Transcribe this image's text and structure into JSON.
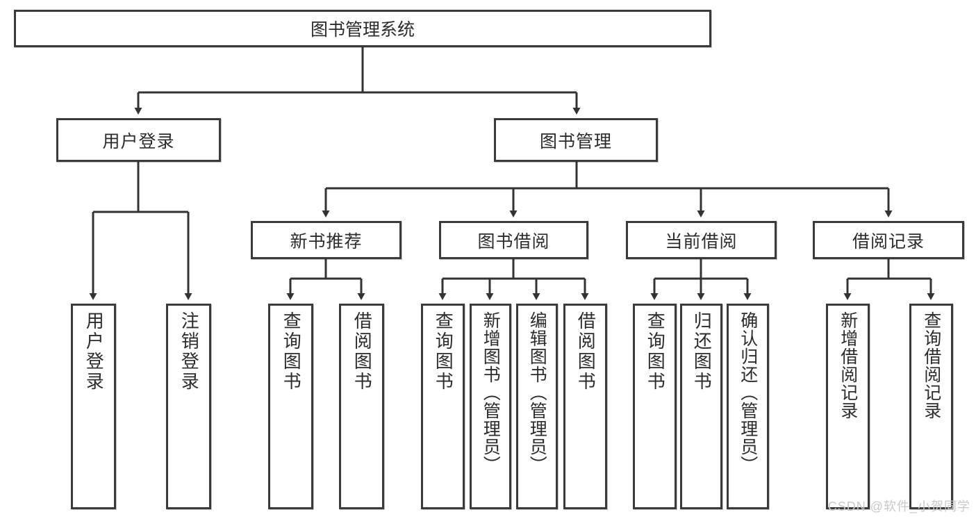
{
  "diagram": {
    "type": "tree-hierarchy",
    "title": "图书管理系统",
    "root": {
      "label": "图书管理系统"
    },
    "level2": [
      {
        "label": "用户登录"
      },
      {
        "label": "图书管理"
      }
    ],
    "level3": [
      {
        "label": "新书推荐"
      },
      {
        "label": "图书借阅"
      },
      {
        "label": "当前借阅"
      },
      {
        "label": "借阅记录"
      }
    ],
    "leaves": {
      "user_login": [
        {
          "label": "用户登录"
        },
        {
          "label": "注销登录"
        }
      ],
      "new_book_recommend": [
        {
          "label": "查询图书"
        },
        {
          "label": "借阅图书"
        }
      ],
      "book_borrow": [
        {
          "label": "查询图书"
        },
        {
          "label": "新增图书（管理员）"
        },
        {
          "label": "编辑图书（管理员）"
        },
        {
          "label": "借阅图书"
        }
      ],
      "current_borrow": [
        {
          "label": "查询图书"
        },
        {
          "label": "归还图书"
        },
        {
          "label": "确认归还（管理员）"
        }
      ],
      "borrow_record": [
        {
          "label": "新增借阅记录"
        },
        {
          "label": "查询借阅记录"
        }
      ]
    }
  },
  "watermark": {
    "text": "CSDN @软件_小贺同学"
  },
  "colors": {
    "border": "#3a3a3a",
    "text": "#2b2b2b",
    "background": "#ffffff",
    "connector": "#333333",
    "watermark": "#c9c9c9"
  }
}
